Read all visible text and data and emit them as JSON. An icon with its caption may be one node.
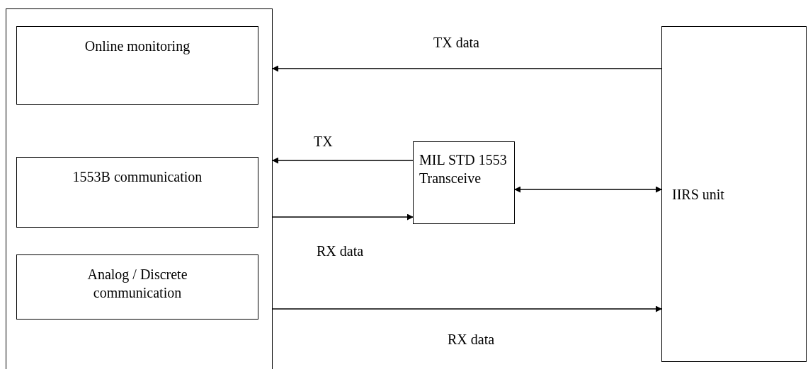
{
  "diagram": {
    "nodes": [
      {
        "text": [],
        "shape": "box"
      },
      {
        "text": [
          "Online monitoring"
        ],
        "in": 0
      },
      {
        "text": [
          "1553B communication"
        ],
        "in": 0
      },
      {
        "text": [
          "Analog / Discrete communication"
        ],
        "in": 0
      },
      {
        "text": [
          "MIL STD 1553 Transceive"
        ]
      },
      {
        "text": [
          "IIRS unit"
        ]
      }
    ],
    "edges": [
      {
        "from": 5,
        "to": 0,
        "arrow": "to",
        "label": "TX data"
      },
      {
        "from": 4,
        "to": 0,
        "arrow": "to",
        "label": "TX"
      },
      {
        "from": 0,
        "to": 4,
        "arrow": "to",
        "label": "RX data"
      },
      {
        "from": 4,
        "to": 5,
        "arrow": "both"
      },
      {
        "from": 0,
        "to": 5,
        "arrow": "to",
        "label": "RX data"
      }
    ]
  }
}
